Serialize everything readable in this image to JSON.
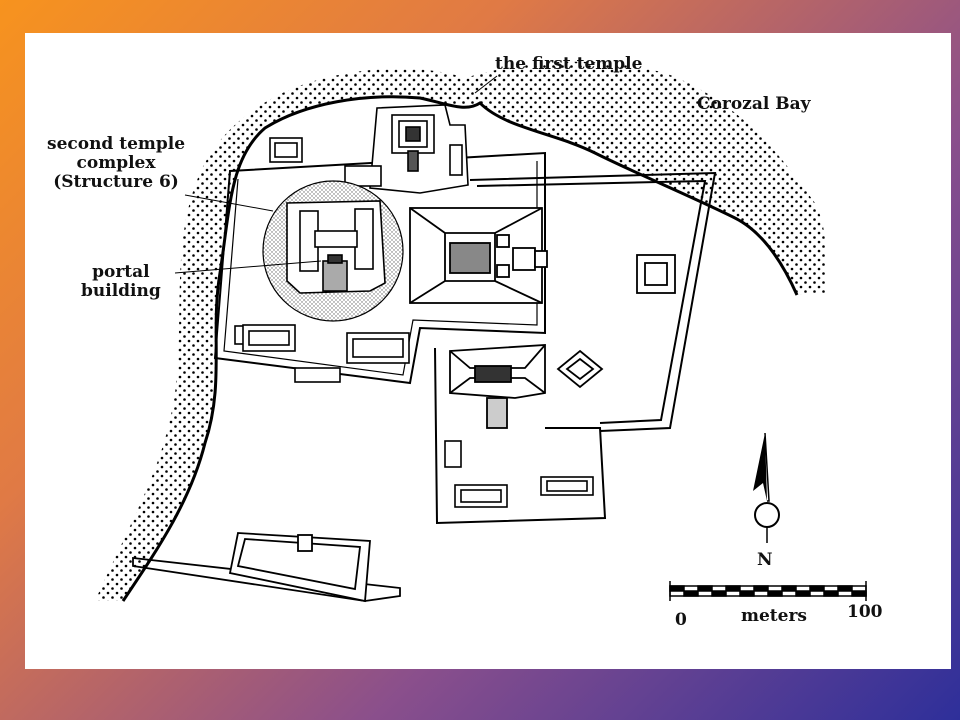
{
  "map": {
    "labels": {
      "first_temple": "the first temple",
      "bay": "Corozal Bay",
      "second_temple": [
        "second temple",
        "complex",
        "(Structure 6)"
      ],
      "portal": [
        "portal",
        "building"
      ],
      "north": "N"
    },
    "scale_bar": {
      "start": "0",
      "unit": "meters",
      "end": "100"
    }
  }
}
